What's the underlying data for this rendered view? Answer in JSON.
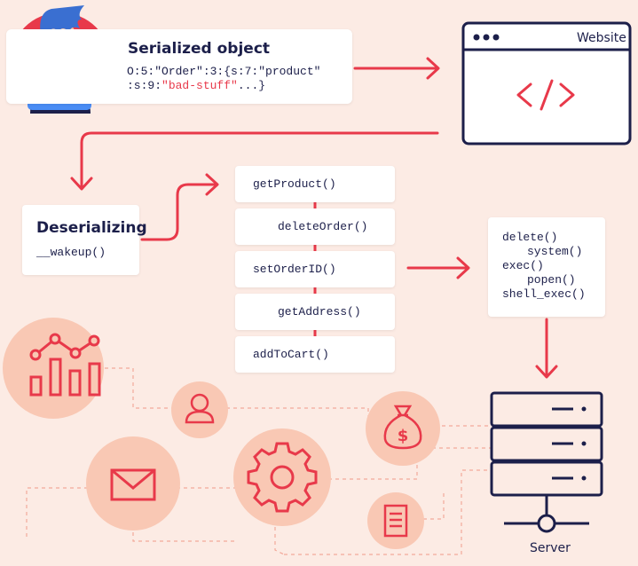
{
  "serialized": {
    "title": "Serialized object",
    "line1": "O:5:\"Order\":3:{s:7:\"product\"",
    "line2_pre": ":s:9:",
    "line2_red": "\"bad-stuff\"",
    "line2_post": "...}"
  },
  "website": {
    "label": "Website"
  },
  "deserializing": {
    "title": "Deserializing",
    "method": "__wakeup()"
  },
  "methods": [
    "getProduct()",
    "deleteOrder()",
    "setOrderID()",
    "getAddress()",
    "addToCart()"
  ],
  "exec_list": [
    "delete()",
    "system()",
    "exec()",
    "popen()",
    "shell_exec()"
  ],
  "server": {
    "label": "Server"
  },
  "colors": {
    "accent": "#e8394a",
    "navy": "#1c1f4a",
    "peach": "#f9c8b4",
    "background": "#fcebe4"
  }
}
